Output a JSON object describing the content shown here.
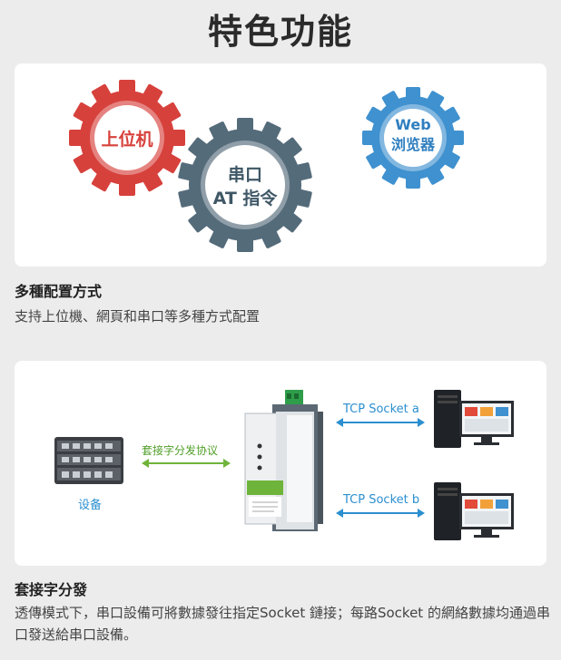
{
  "page": {
    "title": "特色功能"
  },
  "gears": {
    "left": {
      "label": "上位机",
      "color": "#d7413c"
    },
    "center": {
      "line1": "串口",
      "line2": "AT 指令",
      "color": "#546b7a"
    },
    "right": {
      "line1": "Web",
      "line2": "浏览器",
      "color": "#3f91cf"
    }
  },
  "section1": {
    "title": "多種配置方式",
    "description": "支持上位機、網頁和串口等多種方式配置"
  },
  "diagram": {
    "device_label": "设备",
    "protocol_label": "套接字分发协议",
    "tcp_a": "TCP Socket a",
    "tcp_b": "TCP Socket b",
    "colors": {
      "green_arrow": "#6fb43a",
      "blue_arrow": "#2b8fd0"
    }
  },
  "section2": {
    "title": "套接字分發",
    "description": "透傳模式下，串口設備可將數據發往指定Socket 鏈接；每路Socket 的網絡數據均通過串口發送給串口設備。"
  }
}
